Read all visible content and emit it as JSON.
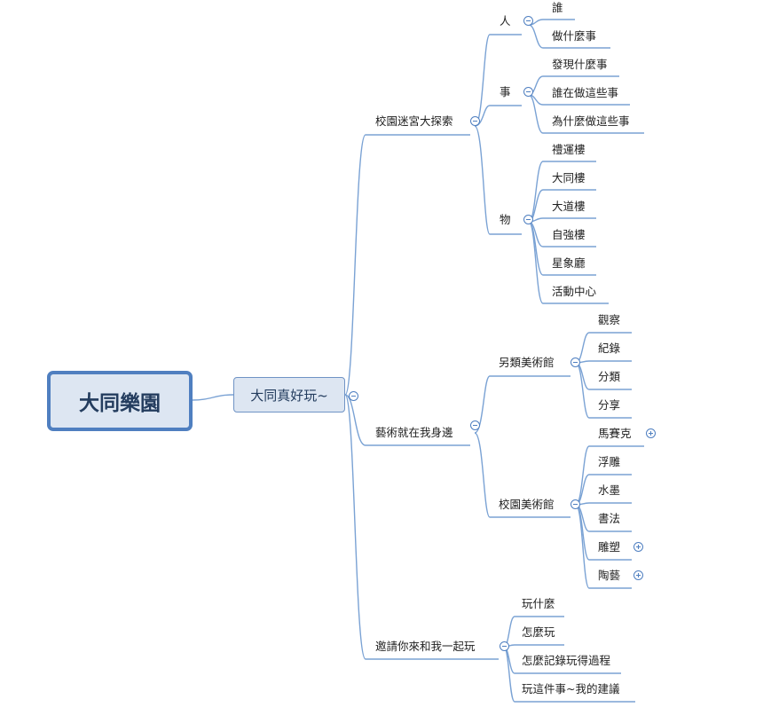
{
  "root": {
    "label": "大同樂園"
  },
  "main": {
    "label": "大同真好玩~"
  },
  "branches": [
    {
      "label": "校園迷宮大探索",
      "children": [
        {
          "label": "人",
          "children": [
            "誰",
            "做什麼事"
          ]
        },
        {
          "label": "事",
          "children": [
            "發現什麼事",
            "誰在做這些事",
            "為什麼做這些事"
          ]
        },
        {
          "label": "物",
          "children": [
            "禮運樓",
            "大同樓",
            "大道樓",
            "自強樓",
            "星象廳",
            "活動中心"
          ]
        }
      ]
    },
    {
      "label": "藝術就在我身邊",
      "children": [
        {
          "label": "另類美術館",
          "children": [
            "觀察",
            "紀錄",
            "分類",
            "分享"
          ]
        },
        {
          "label": "校園美術館",
          "children": [
            "馬賽克",
            "浮雕",
            "水墨",
            "書法",
            "雕塑",
            "陶藝"
          ]
        }
      ]
    },
    {
      "label": "邀請你來和我一起玩",
      "children": [
        "玩什麼",
        "怎麼玩",
        "怎麼記錄玩得過程",
        "玩這件事~我的建議"
      ]
    }
  ],
  "colors": {
    "line": "#7aa2d4",
    "accent": "#4f7fc0",
    "node_fill": "#dde6f2"
  }
}
